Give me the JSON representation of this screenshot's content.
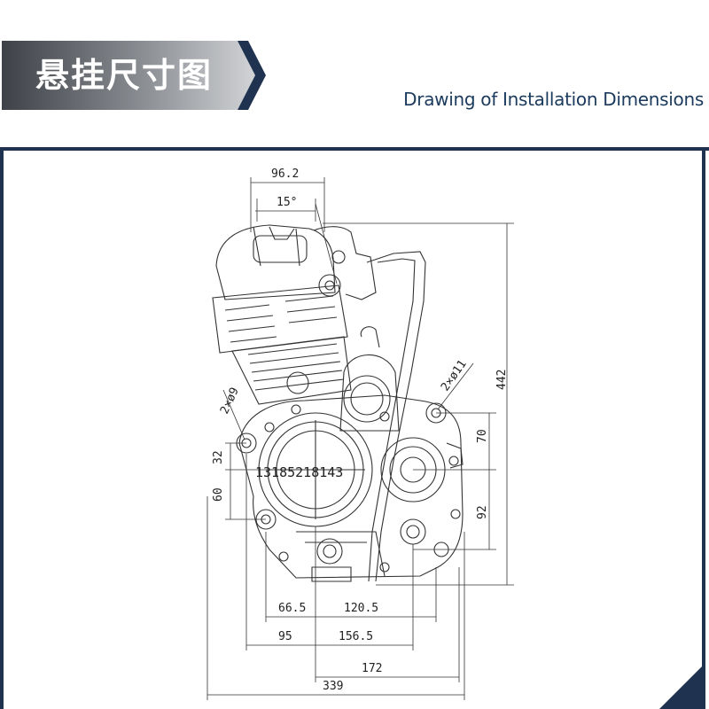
{
  "header": {
    "title_cn": "悬挂尺寸图",
    "title_en": "Drawing of Installation Dimensions"
  },
  "colors": {
    "banner_dark": "#3e4248",
    "banner_light": "#c8cacd",
    "navy": "#1f3350",
    "line": "#333333"
  },
  "dimensions": {
    "d_96_2": "96.2",
    "d_15deg": "15°",
    "d_442": "442",
    "d_2x11": "2×ø11",
    "d_2x9": "2×ø9",
    "d_70": "70",
    "d_92": "92",
    "d_32": "32",
    "d_60": "60",
    "d_66_5": "66.5",
    "d_120_5": "120.5",
    "d_95": "95",
    "d_156_5": "156.5",
    "d_172": "172",
    "d_339": "339"
  },
  "watermark": "13185218143"
}
